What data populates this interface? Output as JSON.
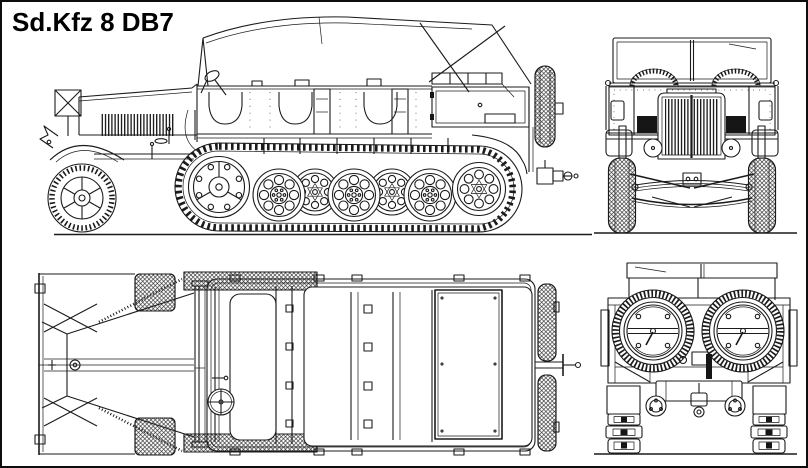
{
  "title": "Sd.Kfz 8 DB7",
  "drawing": {
    "subject": "four-view technical blueprint of a half-track vehicle",
    "style": "black line art on white background",
    "views": [
      {
        "id": "side-view",
        "position": "top-left"
      },
      {
        "id": "front-view",
        "position": "top-right"
      },
      {
        "id": "top-view",
        "position": "bottom-left"
      },
      {
        "id": "rear-view",
        "position": "bottom-right"
      }
    ],
    "colors": {
      "background": "#ffffff",
      "line": "#1b1b1b",
      "border": "#0d0d0d"
    }
  }
}
